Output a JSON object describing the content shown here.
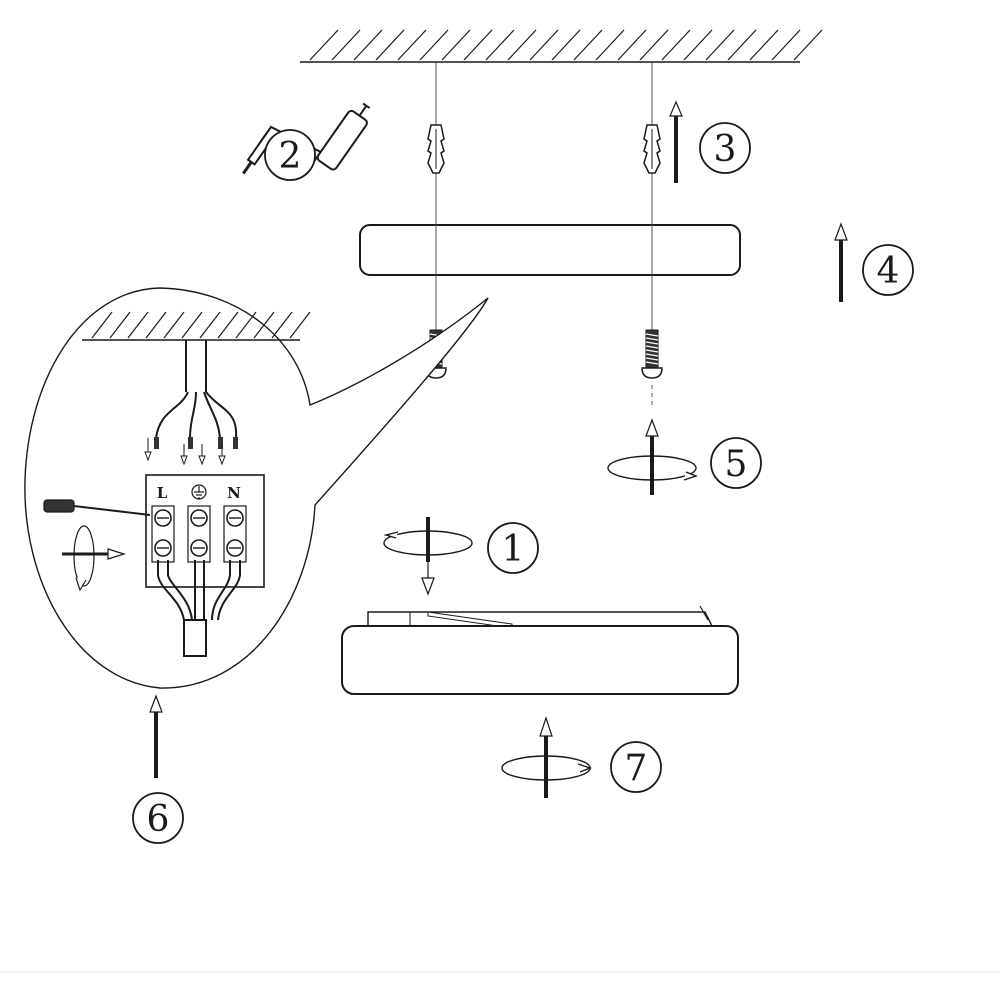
{
  "steps": [
    "1",
    "2",
    "3",
    "4",
    "5",
    "6",
    "7"
  ],
  "terminal": {
    "line": "L",
    "neutral": "N",
    "earth_symbol": "earth-ground-icon"
  },
  "icons": [
    "drill-icon",
    "wall-plug-icon",
    "screw-icon",
    "screwdriver-icon",
    "rotate-arrow-icon",
    "up-arrow-icon",
    "down-arrow-icon",
    "ceiling-hatch"
  ],
  "colors": {
    "line": "#1a1a1a",
    "background": "#ffffff"
  }
}
